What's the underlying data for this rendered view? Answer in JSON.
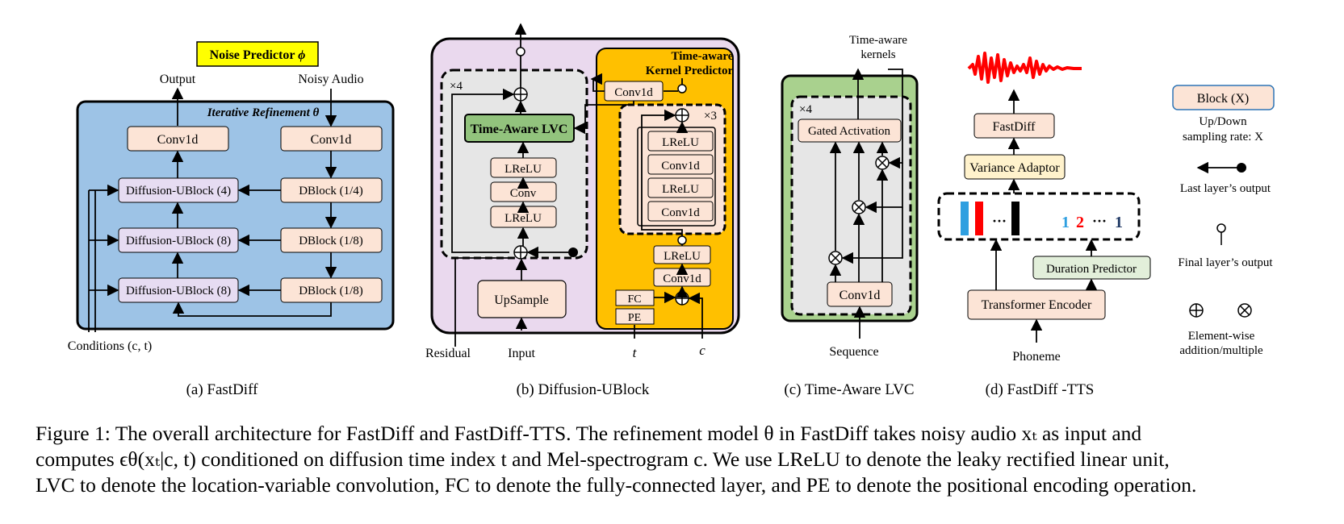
{
  "panel_a": {
    "badge": "Noise Predictor",
    "badge_symbol": "ϕ",
    "output_label": "Output",
    "noisy_label": "Noisy Audio",
    "container_title": "Iterative Refinement θ",
    "conv_left": "Conv1d",
    "conv_right": "Conv1d",
    "ublocks": [
      "Diffusion-UBlock (4)",
      "Diffusion-UBlock (8)",
      "Diffusion-UBlock (8)"
    ],
    "dblocks": [
      "DBlock (1/4)",
      "DBlock (1/8)",
      "DBlock (1/8)"
    ],
    "conditions_label": "Conditions (c, t)",
    "subcaption": "(a) FastDiff"
  },
  "panel_b": {
    "repeat_main": "×4",
    "lvc_label": "Time-Aware LVC",
    "stack": [
      "LReLU",
      "Conv",
      "LReLU"
    ],
    "upsample": "UpSample",
    "kernel_title_1": "Time-aware",
    "kernel_title_2": "Kernel Predictor",
    "kp_conv_top": "Conv1d",
    "repeat_inner": "×3",
    "kp_stack": [
      "LReLU",
      "Conv1d",
      "LReLU",
      "Conv1d"
    ],
    "kp_lrelu": "LReLU",
    "kp_conv": "Conv1d",
    "fc": "FC",
    "pe": "PE",
    "residual_label": "Residual",
    "input_label": "Input",
    "t_label": "t",
    "c_label": "c",
    "subcaption": "(b) Diffusion-UBlock"
  },
  "panel_c": {
    "kernels_label_1": "Time-aware",
    "kernels_label_2": "kernels",
    "repeat": "×4",
    "gated": "Gated Activation",
    "conv": "Conv1d",
    "sequence_label": "Sequence",
    "subcaption": "(c) Time-Aware LVC"
  },
  "panel_d": {
    "fastdiff": "FastDiff",
    "variance": "Variance Adaptor",
    "durations": [
      "1",
      "2",
      "···",
      "1"
    ],
    "ellipsis": "···",
    "duration_predictor": "Duration Predictor",
    "encoder": "Transformer Encoder",
    "phoneme_label": "Phoneme",
    "subcaption": "(d) FastDiff -TTS"
  },
  "legend": {
    "block": "Block (X)",
    "block_desc_1": "Up/Down",
    "block_desc_2": "sampling rate: X",
    "last_layer": "Last layer’s output",
    "final_layer": "Final layer’s output",
    "elementwise_1": "Element-wise",
    "elementwise_2": "addition/multiple"
  },
  "caption": {
    "line1": "Figure 1: The overall architecture for FastDiff and FastDiff-TTS. The refinement model θ in FastDiff takes noisy audio xₜ as input and",
    "line2": "computes ϵθ(xₜ|c, t) conditioned on diffusion time index t and Mel-spectrogram c. We use LReLU to denote the leaky rectified linear unit,",
    "line3": "LVC to denote the location-variable convolution, FC to denote the fully-connected layer, and PE to denote the positional encoding operation."
  },
  "colors": {
    "panel_a_bg": "#9dc3e6",
    "panel_b_bg": "#ead9ee",
    "kernel_bg": "#ffc000",
    "lvc_green": "#92c37d",
    "panel_c_bg": "#a9d18e",
    "block_fill": "#fce4d6",
    "ublock_fill": "#e6dcf2",
    "badge_yellow": "#ffff00",
    "variance_fill": "#fff2cc",
    "duration_fill": "#e2efda",
    "waveform_red": "#ff0000",
    "bar_blue": "#2e9fe0",
    "bar_red": "#ff0000",
    "num_blue": "#2e9fe0",
    "num_red": "#ff0000",
    "num_navy": "#1f3864"
  }
}
